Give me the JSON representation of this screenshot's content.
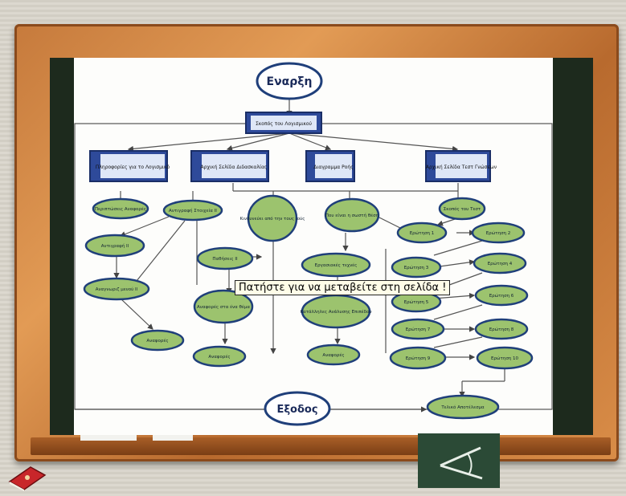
{
  "nodes": {
    "start": "Εναρξη",
    "purpose": "Σκοπός του Λογισμικού",
    "info": "Πληροφορίες για το Λογισμικό",
    "teacher": "Αρχική Σελίδα Διδασκαλίας",
    "flow": "Διαγραμμα Ροής",
    "test": "Αρχική Σελίδα Τεστ Γνώσεων",
    "exit": "Εξοδος",
    "test_purpose": "Σκοπός του Τεστ",
    "test_end": "Τελικό Αποτέλεσμα",
    "teach_items": [
      "Περιπτώσεις Αναφορές",
      "Αντιγραφή Στοιχεία ΙΙ",
      "Αντιγραφή ΙΙ",
      "Αναγνωριζ μενού ΙΙ",
      "Αναφορές"
    ],
    "center_items": [
      "Κινδυνεύει από την τους ιούς",
      "Παθήσεις ΙΙ",
      "Αναφορές στα ένα θέμα",
      "Αναφορές"
    ],
    "right_items": [
      "Που είναι η σωστή θέση",
      "Εργασιακές τεχνές",
      "Κατάλληλες Ανάλυσης Επιπέδου",
      "Αναφορές"
    ],
    "questions": [
      "Ερώτηση 1",
      "Ερώτηση 2",
      "Ερώτηση 3",
      "Ερώτηση 4",
      "Ερώτηση 5",
      "Ερώτηση 6",
      "Ερώτηση 7",
      "Ερώτηση 8",
      "Ερώτηση 9",
      "Ερώτηση 10"
    ]
  },
  "tooltip": "Πατήστε για να μεταβείτε στη σελίδα !",
  "icons": {
    "book": "book-icon",
    "compass": "compass-icon"
  },
  "colors": {
    "node_fill": "#9cc36e",
    "box_fill": "#2e4a9a",
    "frame": "#c67a3c",
    "board": "#1d2a1d"
  }
}
